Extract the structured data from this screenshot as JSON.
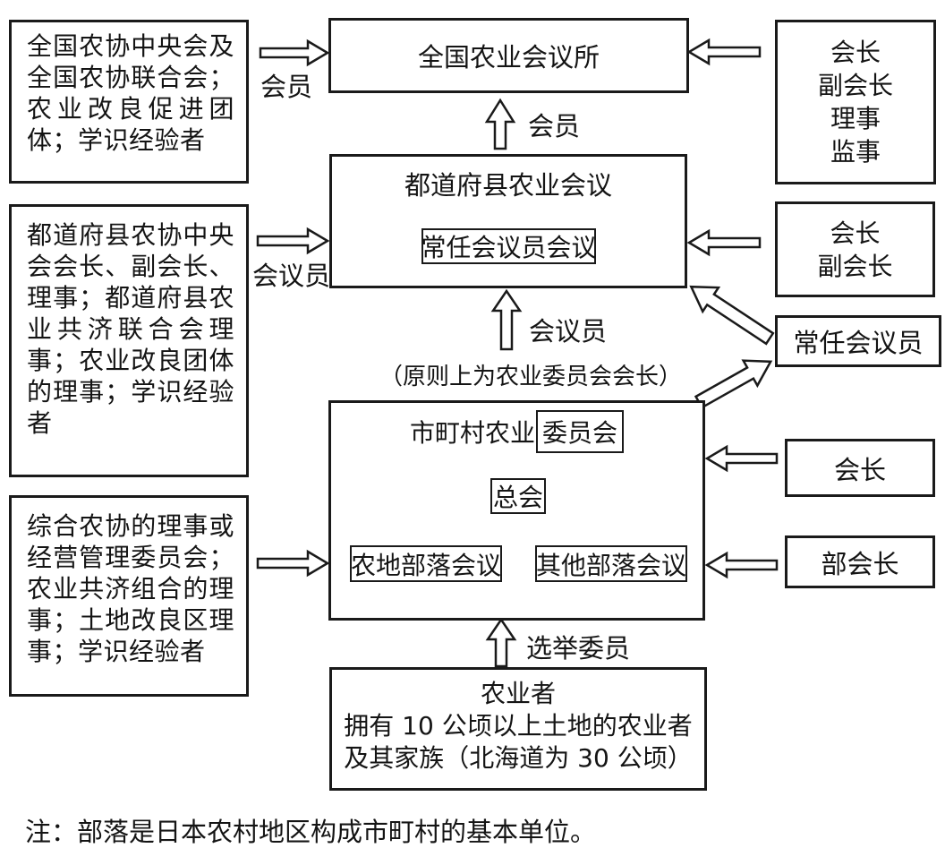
{
  "boxes": {
    "national_sources": {
      "text": "全国农协中央会及全国农协联合会；农业改良促进团体；学识经验者"
    },
    "national_chamber": {
      "title": "全国农业会议所"
    },
    "national_officers": {
      "lines": [
        "会长",
        "副会长",
        "理事",
        "监事"
      ]
    },
    "prefectural_conference": {
      "title": "都道府县农业会议",
      "inner_box": "常任会议员会议"
    },
    "prefectural_sources": {
      "text": "都道府县农协中央会会长、副会长、理事；都道府县农业共济联合会理事；农业改良团体的理事；学识经验者"
    },
    "prefectural_officers": {
      "lines": [
        "会长",
        "副会长"
      ]
    },
    "standing_members": {
      "title": "常任会议员"
    },
    "municipal_committee": {
      "title_plain": "市町村农业",
      "title_boxed": "委员会",
      "general_meeting": "总会",
      "farmland_meeting": "农地部落会议",
      "other_meeting": "其他部落会议"
    },
    "municipal_sources": {
      "text": "综合农协的理事或经营管理委员会；农业共济组合的理事；土地改良区理事；学识经验者"
    },
    "chairman": {
      "title": "会长"
    },
    "dept_chairman": {
      "title": "部会长"
    },
    "farmers": {
      "title": "农业者",
      "line1": "拥有 10 公顷以上土地的农业者",
      "line2": "及其家族（北海道为 30 公顷）"
    }
  },
  "arrow_labels": {
    "member_top": "会员",
    "member_mid": "会员",
    "councilor_left": "会议员",
    "councilor_mid": "会议员",
    "principle_note": "（原则上为农业委员会会长）",
    "elect_members": "选举委员"
  },
  "note": "注：部落是日本农村地区构成市町村的基本单位。"
}
